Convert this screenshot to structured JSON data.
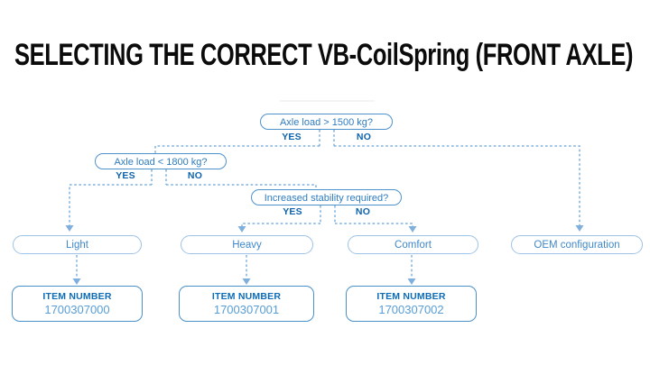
{
  "title": "SELECTING THE CORRECT VB-CoilSpring (FRONT AXLE)",
  "colors": {
    "title_text": "#0b0b0b",
    "question_text": "#2e7cc0",
    "question_border": "#4e92cc",
    "yes_no_text": "#0d63ae",
    "outcome_text": "#3f88c9",
    "outcome_border": "#9cc2e5",
    "item_heading_text": "#0d6cb7",
    "item_value_text": "#579dd6",
    "item_border": "#4a90c9",
    "connector_line": "#7fb0dd"
  },
  "flowchart": {
    "decisions": [
      {
        "question": "Axle load > 1500 kg?",
        "yes_label": "YES",
        "no_label": "NO"
      },
      {
        "question": "Axle load < 1800 kg?",
        "yes_label": "YES",
        "no_label": "NO"
      },
      {
        "question": "Increased stability required?",
        "yes_label": "YES",
        "no_label": "NO"
      }
    ],
    "outcomes": [
      {
        "label": "Light",
        "item_number_label": "ITEM NUMBER",
        "item_number": "1700307000"
      },
      {
        "label": "Heavy",
        "item_number_label": "ITEM NUMBER",
        "item_number": "1700307001"
      },
      {
        "label": "Comfort",
        "item_number_label": "ITEM NUMBER",
        "item_number": "1700307002"
      },
      {
        "label": "OEM configuration"
      }
    ]
  }
}
